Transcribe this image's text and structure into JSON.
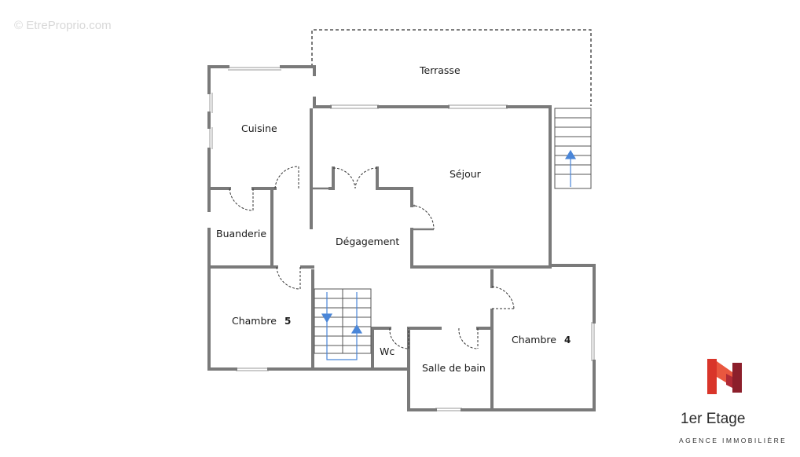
{
  "watermark": "© EtreProprio.com",
  "rooms": {
    "terrasse": "Terrasse",
    "cuisine": "Cuisine",
    "sejour": "Séjour",
    "buanderie": "Buanderie",
    "degagement": "Dégagement",
    "chambre5": {
      "name": "Chambre",
      "num": "5"
    },
    "chambre4": {
      "name": "Chambre",
      "num": "4"
    },
    "wc": "Wc",
    "salle_de_bain": "Salle de bain"
  },
  "floor_label": "1er Etage",
  "agency_label": "AGENCE IMMOBILIÈRE",
  "colors": {
    "wall": "#7a7a7a",
    "stair_arrow": "#4a86d8",
    "logo_red": "#d9352a",
    "logo_dark": "#8c1f2b"
  }
}
